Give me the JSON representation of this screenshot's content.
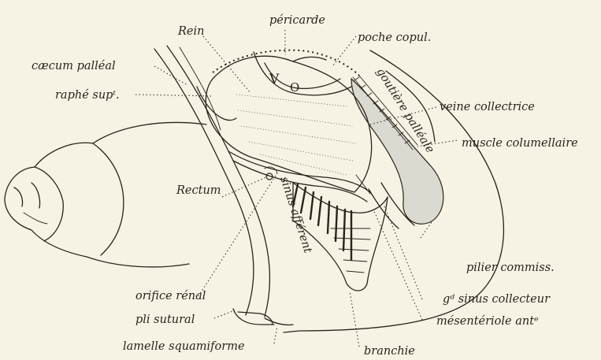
{
  "labels": {
    "pericarde": "péricarde",
    "rein": "Rein",
    "poche_copul": "poche copul.",
    "caecum_palleal": "cæcum palléal",
    "raphe_sup": "raphé supᵗ.",
    "goutiere_palleale": "goutière palléale",
    "veine_collectrice": "veine collectrice",
    "muscle_columellaire": "muscle columellaire",
    "rectum": "Rectum",
    "sinus_afferent": "sinus afférent",
    "pilier_commiss": "pilier commiss.",
    "orifice_renal": "orifice rénal",
    "gd_sinus_collecteur": "gᵈ sinus collecteur",
    "pli_sutural": "pli sutural",
    "mesenteriole_ant": "mésentériole antᵉ",
    "lamelle_squamiforme": "lamelle squamiforme",
    "branchie": "branchie"
  },
  "heart_letters": {
    "ventricle": "V",
    "auricle": "O"
  },
  "colors": {
    "paper": "#f6f2e4",
    "ink": "#2a241c",
    "muscle_shading": "#c9c9c4"
  }
}
